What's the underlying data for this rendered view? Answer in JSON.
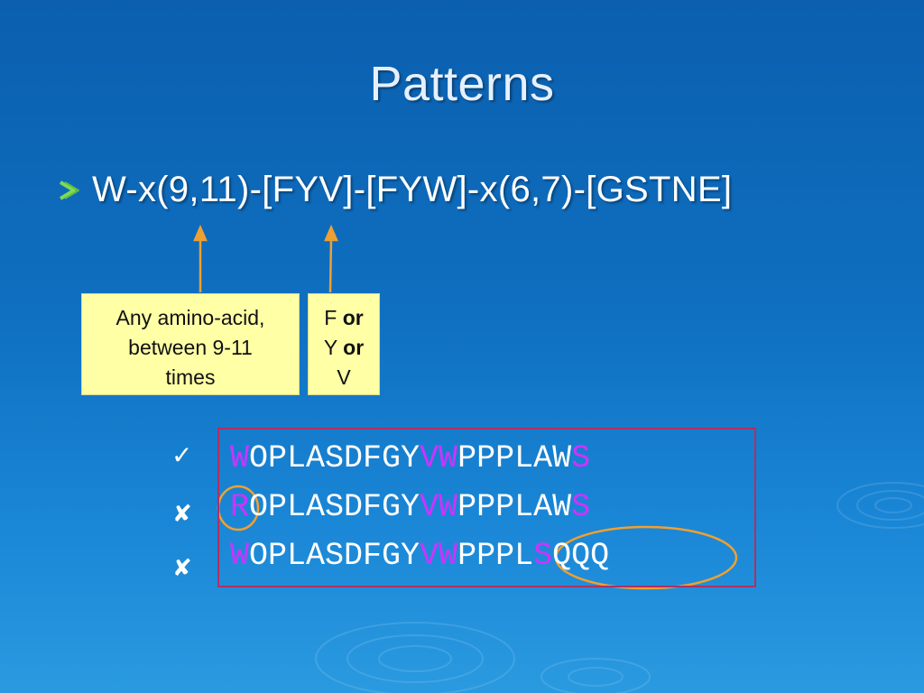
{
  "slide": {
    "title": "Patterns",
    "pattern": "W-x(9,11)-[FYV]-[FYW]-x(6,7)-[GSTNE]",
    "bullet_icon": "arrow-bullet-icon"
  },
  "notes": {
    "note1": {
      "line1": "Any amino-acid,",
      "line2": "between 9-11",
      "line3": "times"
    },
    "note2": {
      "l1a": "F ",
      "l1b": "or",
      "l2a": "Y ",
      "l2b": "or",
      "l3": "V"
    }
  },
  "sequences": [
    {
      "mark": "✓",
      "mark_icon": "check-icon",
      "parts": {
        "p1": "W",
        "p2": "OPLASDFGY",
        "p3": "VW",
        "p4": "PPPLAW",
        "p5": "S"
      }
    },
    {
      "mark": "✘",
      "mark_icon": "cross-icon",
      "parts": {
        "p1": "R",
        "p2": "OPLASDFGY",
        "p3": "VW",
        "p4": "PPPLAW",
        "p5": "S"
      }
    },
    {
      "mark": "✘",
      "mark_icon": "cross-icon",
      "parts": {
        "p1": "W",
        "p2": "OPLASDFGY",
        "p3": "VW",
        "p4": "PPPL",
        "p5": "S",
        "p6": "QQQ"
      }
    }
  ],
  "colors": {
    "highlight": "#cc33ff",
    "annotation": "#f0a030",
    "box_border": "#b03060",
    "note_bg": "#ffffa6"
  }
}
